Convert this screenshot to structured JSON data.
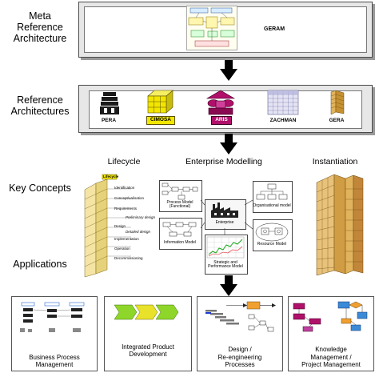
{
  "levels": {
    "meta": "Meta\nReference\nArchitecture",
    "reference": "Reference\nArchitectures",
    "key_concepts": "Key Concepts",
    "applications": "Applications"
  },
  "geram_label": "GERAM",
  "architectures": [
    "PERA",
    "CIMOSA",
    "ARIS",
    "ZACHMAN",
    "GERA"
  ],
  "concept_headers": {
    "lifecycle": "Lifecycle",
    "modelling": "Enterprise Modelling",
    "instantiation": "Instantiation"
  },
  "lifecycle": {
    "tag": "Lifecycle",
    "phases": [
      "Identification",
      "Concept/ualisation",
      "Requirements",
      "Preliminary design",
      "Design",
      "Detailed design",
      "Implementation",
      "Operation",
      "Decommissioning"
    ]
  },
  "models": {
    "process": "Process Model\n(Functional)",
    "organisational": "Organisational model",
    "enterprise": "Enterprise",
    "information": "Information Model",
    "resource": "Resource Model",
    "strategic": "Strategic and\nPerformance Model"
  },
  "applications": [
    "Business Process\nManagement",
    "Integrated Product\nDevelopment",
    "Design /\nRe-engineering\nProcesses",
    "Knowledge\nManagement /\nProject Management"
  ],
  "colors": {
    "panel": "#e7e7e7",
    "arrow": "#000000",
    "cimosa_yellow": "#f2e600",
    "aris_magenta": "#b0106a",
    "lifecycle_yellow": "#f5e4a3",
    "instantiation_orange": "#e0b35c",
    "chevron_green": "#8fd62a",
    "accent_orange": "#f0a030"
  },
  "icons": [
    "pera-icon",
    "cimosa-cube-icon",
    "aris-house-icon",
    "zachman-grid-icon",
    "gera-cube-icon",
    "factory-icon"
  ]
}
